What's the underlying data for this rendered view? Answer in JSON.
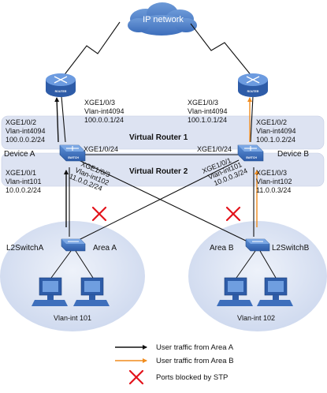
{
  "cloud": {
    "label": "IP network"
  },
  "vr1": {
    "label": "Virtual Router 1"
  },
  "vr2": {
    "label": "Virtual Router 2"
  },
  "routers": {
    "left": {
      "iface": "XGE1/0/3",
      "vlan": "Vlan-int4094",
      "ip": "100.0.0.1/24",
      "badge": "ROUTER"
    },
    "right": {
      "iface": "XGE1/0/3",
      "vlan": "Vlan-int4094",
      "ip": "100.1.0.1/24",
      "badge": "ROUTER"
    }
  },
  "deviceA": {
    "name": "Device A",
    "badge": "SWITCH",
    "up_iface": "XGE1/0/2",
    "up_vlan": "Vlan-int4094",
    "up_ip": "100.0.0.2/24",
    "right_iface": "XGE1/0/24",
    "down_iface": "XGE1/0/1",
    "down_vlan": "Vlan-int101",
    "down_ip": "10.0.0.2/24",
    "cross_iface": "XGE1/0/3",
    "cross_vlan": "Vlan-int102",
    "cross_ip": "11.0.0.2/24"
  },
  "deviceB": {
    "name": "Device B",
    "badge": "SWITCH",
    "up_iface": "XGE1/0/2",
    "up_vlan": "Vlan-int4094",
    "up_ip": "100.1.0.2/24",
    "left_iface": "XGE1/0/24",
    "cross_iface": "XGE1/0/1",
    "cross_vlan": "Vlan-int101",
    "cross_ip": "10.0.0.3/24",
    "down_iface": "XGE1/0/3",
    "down_vlan": "Vlan-int102",
    "down_ip": "11.0.0.3/24"
  },
  "areaA": {
    "switch": "L2SwitchA",
    "area": "Area A",
    "vlan": "Vlan-int 101"
  },
  "areaB": {
    "switch": "L2SwitchB",
    "area": "Area B",
    "vlan": "Vlan-int 102"
  },
  "legend": {
    "black": "User traffic from Area A",
    "orange": "User traffic from Area B",
    "blocked": "Ports blocked by STP"
  },
  "colors": {
    "blue": "#3b6db8",
    "light_blue": "#d7e0f3",
    "band": "#dde3f2",
    "orange": "#f08c1e",
    "red": "#e3131b"
  }
}
